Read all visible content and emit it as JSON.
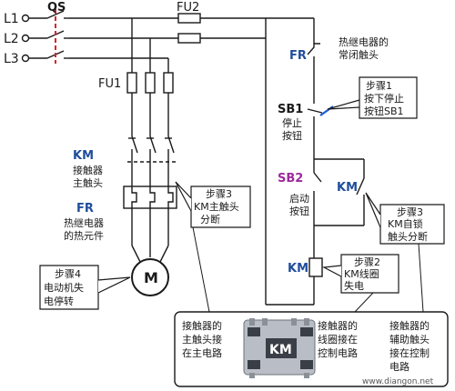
{
  "terminals": [
    "L1",
    "L2",
    "L3"
  ],
  "labels": {
    "qs": "QS",
    "fu2": "FU2",
    "fu1": "FU1",
    "km_power": "KM",
    "km_contact_line1": "接触器",
    "km_contact_line2": "主触头",
    "fr_power": "FR",
    "fr_element_line1": "热继电器",
    "fr_element_line2": "的热元件",
    "motor": "M",
    "fr_ctrl": "FR",
    "fr_nc_line1": "热继电器的",
    "fr_nc_line2": "常闭触头",
    "sb1": "SB1",
    "sb1_line1": "停止",
    "sb1_line2": "按钮",
    "sb2": "SB2",
    "sb2_line1": "启动",
    "sb2_line2": "按钮",
    "km_aux": "KM",
    "km_coil": "KM",
    "km_photo": "KM",
    "watermark": "www.diangon.net"
  },
  "callouts": {
    "step1_title": "步骤1",
    "step1_line1": "按下停止",
    "step1_line2": "按钮SB1",
    "step2_title": "步骤2",
    "step2_line1": "KM线圈",
    "step2_line2": "失电",
    "step3a_title": "步骤3",
    "step3a_line1": "KM主触头",
    "step3a_line2": "分断",
    "step3b_title": "步骤3",
    "step3b_line1": "KM自锁",
    "step3b_line2": "触头分断",
    "step4_title": "步骤4",
    "step4_line1": "电动机失",
    "step4_line2": "电停转"
  },
  "bottom_box": {
    "left_line1": "接触器的",
    "left_line2": "主触头接",
    "left_line3": "在主电路",
    "mid_line1": "接触器的",
    "mid_line2": "线圈接在",
    "mid_line3": "控制电路",
    "right_line1": "接触器的",
    "right_line2": "辅助触头",
    "right_line3": "接在控制",
    "right_line4": "电路"
  },
  "colors": {
    "line": "#1a1a1a",
    "label_blue": "#1f4e9c",
    "sb2_purple": "#9b2a9b",
    "switch_red": "#d6262c",
    "sb1_blue": "#1c5bd6",
    "callout_fill": "#ffffff",
    "photo_body": "#b9bec6",
    "photo_dark": "#3a3f47"
  }
}
